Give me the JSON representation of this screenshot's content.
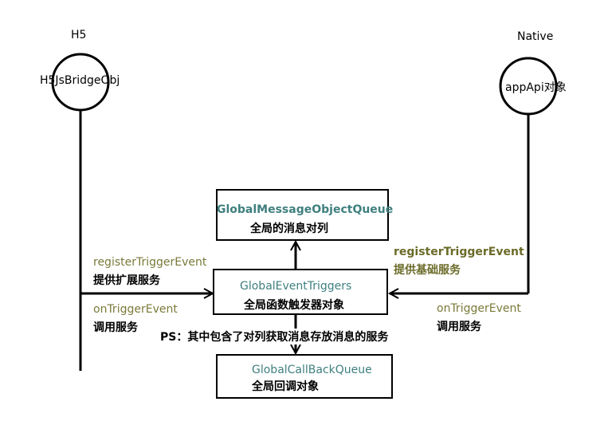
{
  "h5": {
    "title": "H5",
    "node_label": "H5JsBridgeObj"
  },
  "native": {
    "title": "Native",
    "node_label": "appApi对象"
  },
  "message_queue": {
    "name": "GlobalMessageObjectQueue",
    "desc": "全局的消息对列"
  },
  "event_triggers": {
    "name": "GlobalEventTriggers",
    "desc": "全局函数触发器对象"
  },
  "callback_queue": {
    "name": "GlobalCallBackQueue",
    "desc": "全局回调对象"
  },
  "left_edges": {
    "register_method": "registerTriggerEvent",
    "register_desc": "提供扩展服务",
    "trigger_method": "onTriggerEvent",
    "trigger_desc": "调用服务"
  },
  "right_edges": {
    "register_method": "registerTriggerEvent",
    "register_desc": "提供基础服务",
    "trigger_method": "onTriggerEvent",
    "trigger_desc": "调用服务"
  },
  "note": "PS：其中包含了对列获取消息存放消息的服务",
  "colors": {
    "line": "#000000",
    "teal_text": "#3f7f7f",
    "olive_text": "#7a7a3a"
  }
}
